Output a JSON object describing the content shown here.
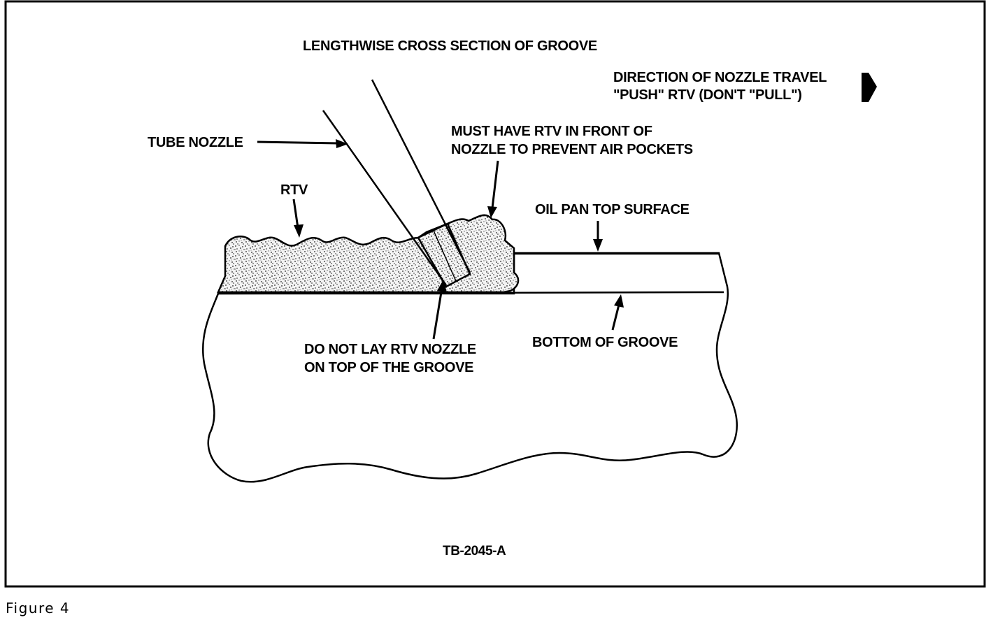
{
  "figure": {
    "title": "LENGTHWISE CROSS SECTION OF GROOVE",
    "direction_line1": "DIRECTION OF NOZZLE TRAVEL",
    "direction_line2": "\"PUSH\" RTV (DON'T \"PULL\")",
    "tube_nozzle": "TUBE NOZZLE",
    "rtv": "RTV",
    "must_have_line1": "MUST HAVE RTV IN FRONT OF",
    "must_have_line2": "NOZZLE TO PREVENT AIR POCKETS",
    "oil_pan_top": "OIL PAN TOP SURFACE",
    "do_not_lay_line1": "DO NOT LAY RTV NOZZLE",
    "do_not_lay_line2": "ON TOP OF THE GROOVE",
    "bottom_of_groove": "BOTTOM OF GROOVE",
    "code": "TB-2045-A"
  },
  "caption": "Figure 4",
  "colors": {
    "ink": "#000000",
    "paper": "#ffffff",
    "stipple": "#2a2a2a"
  }
}
